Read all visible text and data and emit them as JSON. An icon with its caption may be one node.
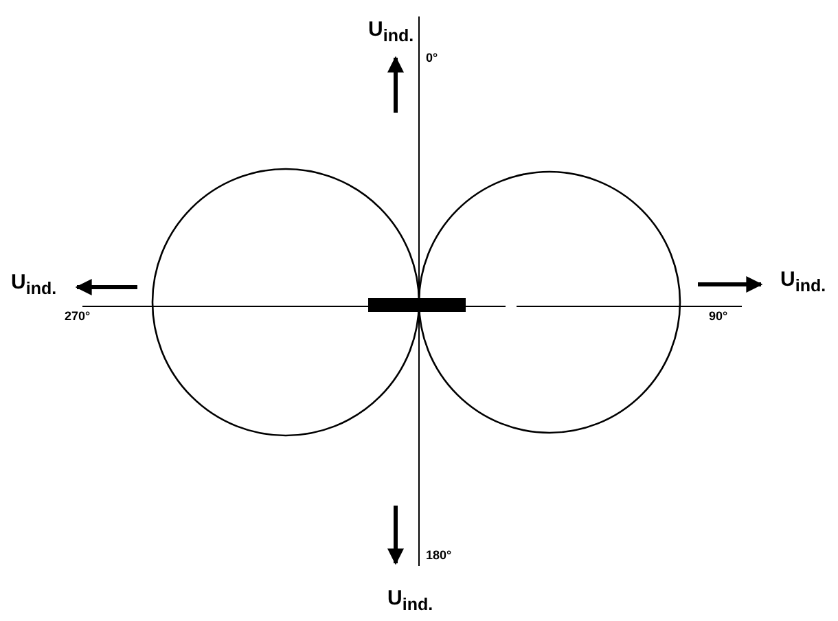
{
  "diagram": {
    "labels": [
      "U$_{ind.}$",
      "0°",
      "U$_{ind.}$",
      "U$_{ind.}$",
      "270°",
      "90°",
      "180°",
      "U$_{ind.}$"
    ]
  }
}
